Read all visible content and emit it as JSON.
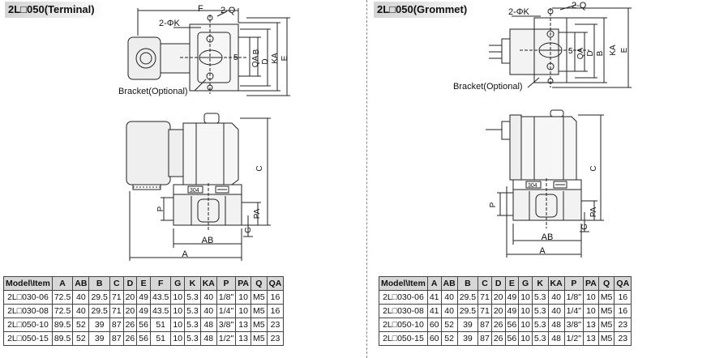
{
  "left": {
    "title": "2L□050(Terminal)",
    "labels": {
      "f": "F",
      "phi_k": "2-ΦK",
      "q": "2-Q",
      "qa": "QA",
      "s": "5",
      "d": "D",
      "b": "B",
      "ka": "KA",
      "e": "E",
      "bracket": "Bracket(Optional)",
      "c": "C",
      "p": "P",
      "pa": "PA",
      "g": "G",
      "ab": "AB",
      "a": "A",
      "mat": "304"
    },
    "table": {
      "headers": [
        "Model\\Item",
        "A",
        "AB",
        "B",
        "C",
        "D",
        "E",
        "F",
        "G",
        "K",
        "KA",
        "P",
        "PA",
        "Q",
        "QA"
      ],
      "rows": [
        [
          "2L□030-06",
          "72.5",
          "40",
          "29.5",
          "71",
          "20",
          "49",
          "43.5",
          "10",
          "5.3",
          "40",
          "1/8\"",
          "10",
          "M5",
          "16"
        ],
        [
          "2L□030-08",
          "72.5",
          "40",
          "29.5",
          "71",
          "20",
          "49",
          "43.5",
          "10",
          "5.3",
          "40",
          "1/4\"",
          "10",
          "M5",
          "16"
        ],
        [
          "2L□050-10",
          "89.5",
          "52",
          "39",
          "87",
          "26",
          "56",
          "51",
          "10",
          "5.3",
          "48",
          "3/8\"",
          "13",
          "M5",
          "23"
        ],
        [
          "2L□050-15",
          "89.5",
          "52",
          "39",
          "87",
          "26",
          "56",
          "51",
          "10",
          "5.3",
          "48",
          "1/2\"",
          "13",
          "M5",
          "23"
        ]
      ]
    }
  },
  "right": {
    "title": "2L□050(Grommet)",
    "labels": {
      "phi_k": "2-ΦK",
      "q": "2-Q",
      "qa": "QA",
      "s": "5",
      "d": "D",
      "b": "B",
      "ka": "KA",
      "e": "E",
      "bracket": "Bracket(Optional)",
      "c": "C",
      "p": "P",
      "pa": "PA",
      "g": "G",
      "ab": "AB",
      "a": "A",
      "mat": "304"
    },
    "table": {
      "headers": [
        "Model\\Item",
        "A",
        "AB",
        "B",
        "C",
        "D",
        "E",
        "G",
        "K",
        "KA",
        "P",
        "PA",
        "Q",
        "QA"
      ],
      "rows": [
        [
          "2L□030-06",
          "41",
          "40",
          "29.5",
          "71",
          "20",
          "49",
          "10",
          "5.3",
          "40",
          "1/8\"",
          "10",
          "M5",
          "16"
        ],
        [
          "2L□030-08",
          "41",
          "40",
          "29.5",
          "71",
          "20",
          "49",
          "10",
          "5.3",
          "40",
          "1/4\"",
          "10",
          "M5",
          "16"
        ],
        [
          "2L□050-10",
          "60",
          "52",
          "39",
          "87",
          "26",
          "56",
          "10",
          "5.3",
          "48",
          "3/8\"",
          "13",
          "M5",
          "23"
        ],
        [
          "2L□050-15",
          "60",
          "52",
          "39",
          "87",
          "26",
          "56",
          "10",
          "5.3",
          "48",
          "1/2\"",
          "13",
          "M5",
          "23"
        ]
      ]
    }
  }
}
